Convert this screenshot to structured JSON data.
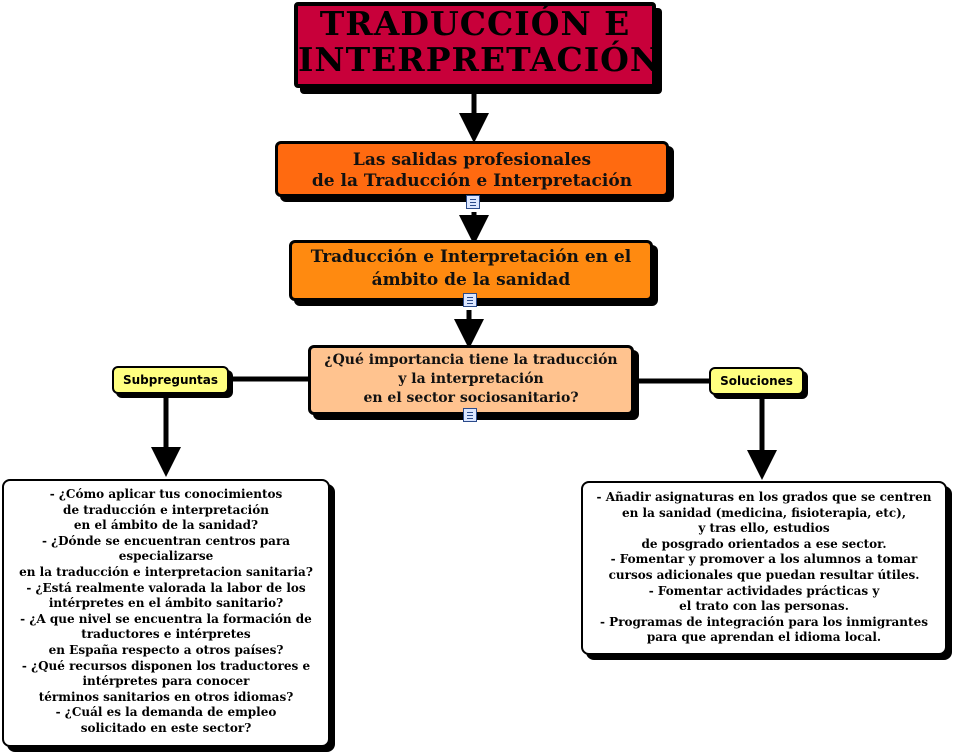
{
  "title": {
    "line1": "TRADUCCIÓN E",
    "line2": "INTERPRETACIÓN"
  },
  "node1": {
    "line1": "Las salidas profesionales",
    "line2": "de la Traducción e Interpretación"
  },
  "node2": {
    "line1": "Traducción e Interpretación en el",
    "line2": "ámbito de la sanidad"
  },
  "node3": {
    "line1": "¿Qué importancia tiene la traducción",
    "line2": "y la interpretación",
    "line3": "en el sector sociosanitario?"
  },
  "subpreguntas": {
    "label": "Subpreguntas",
    "lines": [
      "- ¿Cómo aplicar tus conocimientos",
      "de traducción e interpretación",
      "en el ámbito de la sanidad?",
      "- ¿Dónde se encuentran centros para",
      "especializarse",
      "en la traducción e interpretacion sanitaria?",
      "- ¿Está realmente valorada la labor de los",
      "intérpretes en el ámbito sanitario?",
      "- ¿A que nivel se encuentra la formación de",
      "traductores e intérpretes",
      "en España respecto a otros países?",
      "- ¿Qué recursos disponen los traductores e",
      "intérpretes para conocer",
      "términos sanitarios en otros idiomas?",
      "- ¿Cuál es la demanda de empleo",
      "solicitado en este sector?"
    ]
  },
  "soluciones": {
    "label": "Soluciones",
    "lines": [
      "- Añadir asignaturas en los grados que se centren",
      "en la sanidad (medicina, fisioterapia, etc),",
      "y tras ello, estudios",
      "de posgrado orientados a ese sector.",
      "- Fomentar y promover a los alumnos a tomar",
      "cursos adicionales que puedan resultar útiles.",
      "- Fomentar actividades prácticas y",
      "el trato con las personas.",
      "- Programas de integración para los inmigrantes",
      "para que aprendan el idioma local."
    ]
  }
}
